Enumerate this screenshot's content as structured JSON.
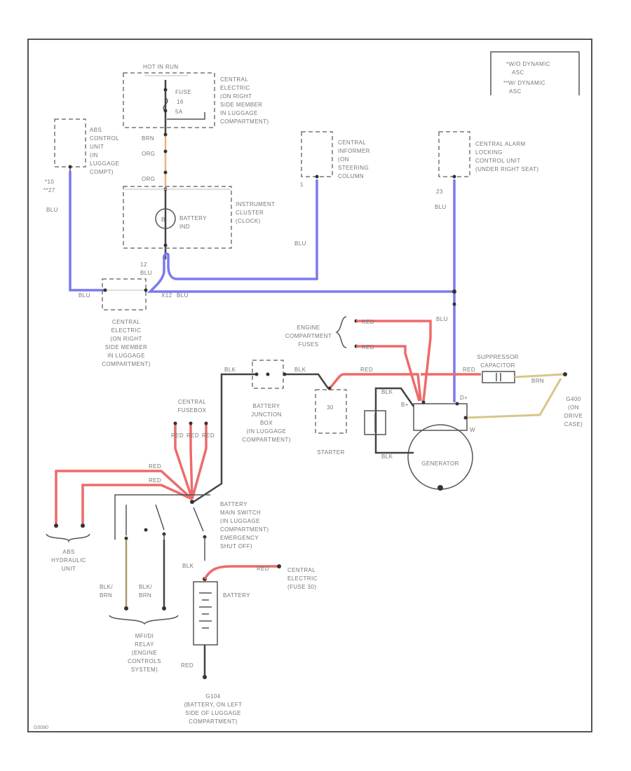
{
  "legend": {
    "line1": "*W/O DYNAMIC",
    "line2": "ASC",
    "line3": "**W/ DYNAMIC",
    "line4": "ASC"
  },
  "fuse_box": {
    "title": "HOT IN RUN",
    "fuse_label": "FUSE",
    "fuse_number": "16",
    "fuse_rating": "5A"
  },
  "components": {
    "central_rear": [
      "CENTRAL",
      "ELECTRIC",
      "(ON RIGHT",
      "SIDE MEMBER",
      "IN LUGGAGE",
      "COMPARTMENT)"
    ],
    "abs_control": [
      "ABS",
      "CONTROL",
      "UNIT",
      "(IN",
      "LUGGAGE",
      "COMPT)"
    ],
    "central_informer": [
      "CENTRAL",
      "INFORMER",
      "(ON",
      "STEERING",
      "COLUMN"
    ],
    "central_alarm": [
      "CENTRAL ALARM",
      "LOCKING",
      "CONTROL UNIT",
      "(UNDER RIGHT SEAT)"
    ],
    "instrument_cluster": [
      "INSTRUMENT",
      "CLUSTER",
      "(CLOCK)"
    ],
    "battery_ind": [
      "BATTERY",
      "IND"
    ],
    "central_splice": [
      "CENTRAL",
      "ELECTRIC",
      "(ON RIGHT",
      "SIDE MEMBER",
      "IN LUGGAGE",
      "COMPARTMENT)"
    ],
    "engine_fuses": [
      "ENGINE",
      "COMPARTMENT",
      "FUSES"
    ],
    "suppressor": [
      "SUPPRESSOR",
      "CAPACITOR"
    ],
    "gnd_chassis": [
      "G400",
      "(ON",
      "DRIVE",
      "CASE)"
    ],
    "central_fusebox": [
      "CENTRAL",
      "FUSEBOX"
    ],
    "battery_junction": [
      "BATTERY",
      "JUNCTION",
      "BOX",
      "(IN LUGGAGE",
      "COMPARTMENT)"
    ],
    "starter": "STARTER",
    "starter_terminal": "30",
    "generator": "GENERATOR",
    "abs_hydraulic": [
      "ABS",
      "HYDRAULIC",
      "UNIT"
    ],
    "battery_switch": [
      "BATTERY",
      "MAIN SWITCH",
      "(IN LUGGAGE",
      "COMPARTMENT)",
      "EMERGENCY",
      "SHUT OFF)"
    ],
    "central_fuse30": [
      "CENTRAL",
      "ELECTRIC",
      "(FUSE 30)"
    ],
    "battery": "BATTERY",
    "mfi_relay": [
      "MFI/DI",
      "RELAY",
      "(ENGINE",
      "CONTROLS",
      "SYSTEM)"
    ],
    "ground_g104": [
      "G104",
      "(BATTERY, ON LEFT",
      "SIDE OF LUGGAGE",
      "COMPARTMENT)"
    ]
  },
  "wires": {
    "brn": "BRN",
    "org1": "ORG",
    "org2": "ORG",
    "pin_abs": "*10",
    "pin_abs2": "**27",
    "blu_abs": "BLU",
    "pin_informer": "1",
    "blu_informer": "BLU",
    "pin_alarm": "23",
    "blu_alarm": "BLU",
    "pin_cluster": "12",
    "blu_cluster": "BLU",
    "splice_left": "BLU",
    "splice_right": "BLU",
    "splice_right_pin": "X12",
    "red_fuse1": "RED",
    "red_fuse2": "RED",
    "blu_gen": "BLU",
    "red_gen": "RED",
    "red_cap": "RED",
    "brn_cap": "BRN",
    "blk_junction": "BLK",
    "blk_junction2": "BLK",
    "blk_gen_top": "BLK",
    "blk_gen_bot": "BLK",
    "gen_b": "B+",
    "gen_d": "D+",
    "gen_w": "W",
    "red_fan1": "RED",
    "red_fan2": "RED",
    "red_fan3": "RED",
    "red_abs1": "RED",
    "red_abs2": "RED",
    "blk_battery": "BLK",
    "red_battery": "RED",
    "blk_brn1": [
      "BLK/",
      "BRN"
    ],
    "blk_brn2": [
      "BLK/",
      "BRN"
    ],
    "red_ground": "RED"
  },
  "footer_id": "G0080"
}
